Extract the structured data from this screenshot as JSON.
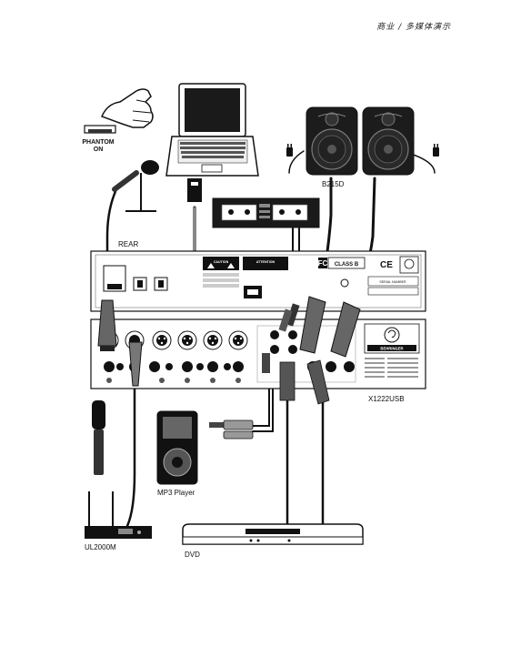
{
  "header": {
    "text": "商业 / 多媒体演示"
  },
  "labels": {
    "phantom": "PHANTOM",
    "phantom_on": "ON",
    "speakers": "B215D",
    "rear": "REAR",
    "mixer": "X1222USB",
    "mp3": "MP3 Player",
    "wireless": "UL2000M",
    "dvd": "DVD"
  },
  "rear_panel": {
    "caution_title": "CAUTION",
    "attention_title": "ATTENTION",
    "class_b": "CLASS B",
    "fc": "FC",
    "ce": "CE",
    "serial_number": "SERIAL NUMBER",
    "brand": "BEHRINGER"
  }
}
